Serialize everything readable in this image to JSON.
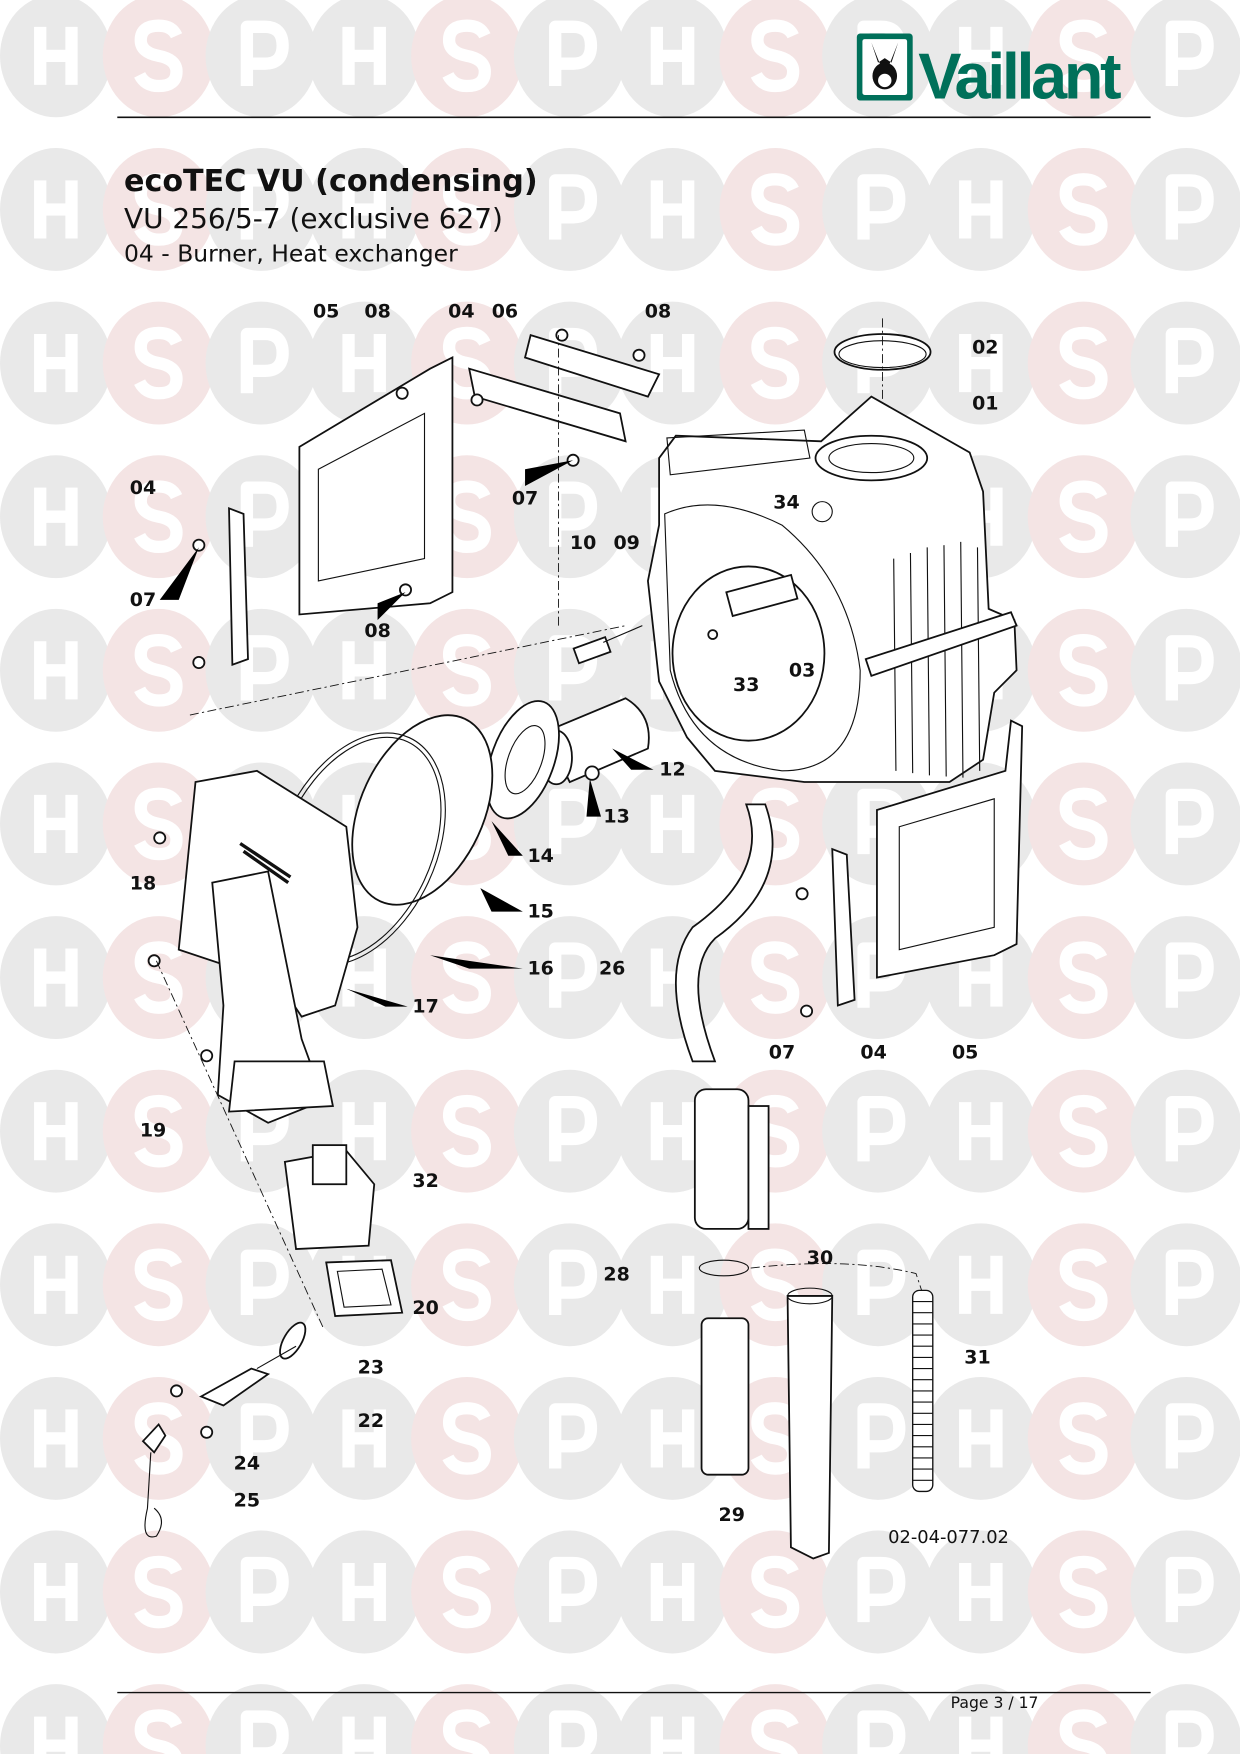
{
  "brand": {
    "logo_text": "Vaillant",
    "color": "#00705a"
  },
  "watermark": {
    "letters": [
      "H",
      "S",
      "P"
    ]
  },
  "header": {
    "title": "ecoTEC VU (condensing)",
    "model": "VU 256/5-7 (exclusive 627)",
    "section": "04 - Burner, Heat exchanger"
  },
  "callouts": [
    "05",
    "08",
    "04",
    "06",
    "08",
    "02",
    "01",
    "04",
    "07",
    "34",
    "10",
    "09",
    "07",
    "08",
    "03",
    "33",
    "12",
    "13",
    "14",
    "18",
    "15",
    "16",
    "26",
    "17",
    "07",
    "04",
    "05",
    "19",
    "32",
    "30",
    "28",
    "20",
    "31",
    "23",
    "22",
    "24",
    "25",
    "29"
  ],
  "drawing_ref": "02-04-077.02",
  "footer": {
    "page": "Page 3 / 17"
  }
}
